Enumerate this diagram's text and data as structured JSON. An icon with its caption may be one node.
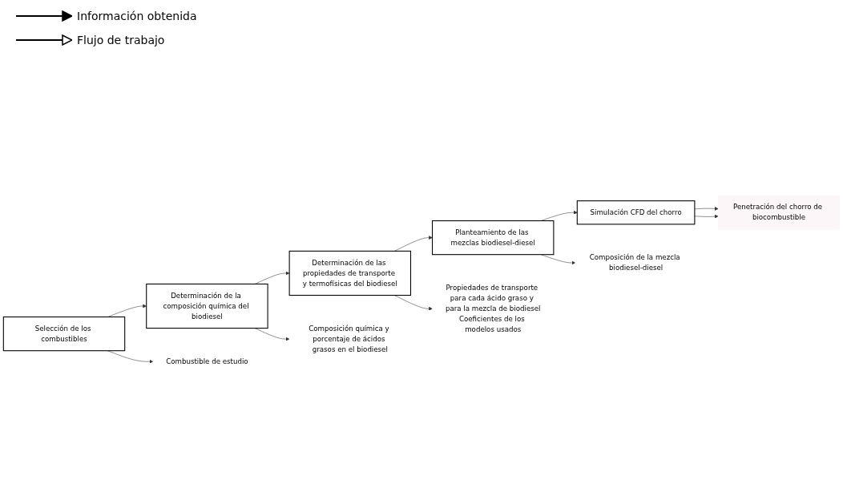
{
  "diagram": {
    "nodes": [
      {
        "text": [
          "Selección de los combustibles"
        ]
      },
      {
        "text": [
          "Determinación de la composición química del biodiesel"
        ]
      },
      {
        "text": [
          "Determinación de las propiedades de transporte y termofísicas del biodiesel"
        ]
      },
      {
        "text": [
          "Planteamiento de las mezclas biodiesel-diesel"
        ]
      },
      {
        "text": [
          "Simulación CFD del chorro"
        ]
      },
      {
        "text": [
          "Penetración del chorro de biocombustible"
        ]
      },
      {
        "text": [
          "Combustible de estudio"
        ]
      },
      {
        "text": [
          "Composición química y porcentaje de ácidos grasos en el biodiesel"
        ]
      },
      {
        "text": [
          "Propiedades de transporte para cada ácido graso y para la mezcla de biodiesel",
          "Coeficientes de los modelos usados"
        ]
      },
      {
        "text": [
          "Composición de la mezcla biodiesel-diesel"
        ]
      }
    ],
    "edges": [
      {
        "from": 0,
        "to": 1,
        "arrow": "to"
      },
      {
        "from": 1,
        "to": 2,
        "arrow": "to"
      },
      {
        "from": 2,
        "to": 3,
        "arrow": "to"
      },
      {
        "from": 3,
        "to": 4,
        "arrow": "to"
      },
      {
        "from": 4,
        "to": 5,
        "arrow": "to"
      },
      {
        "from": 0,
        "to": 6,
        "arrow": "to"
      },
      {
        "from": 1,
        "to": 7,
        "arrow": "to"
      },
      {
        "from": 2,
        "to": 8,
        "arrow": "to"
      },
      {
        "from": 3,
        "to": 9,
        "arrow": "to"
      },
      {
        "from": 4,
        "to": 5,
        "arrow": "to"
      }
    ],
    "legend": [
      {
        "text": "Información obtenida"
      },
      {
        "text": "Flujo de trabajo"
      }
    ]
  }
}
